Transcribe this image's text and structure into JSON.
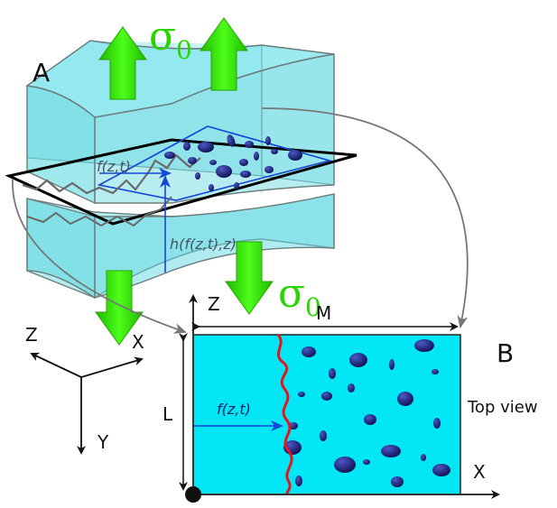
{
  "labels": {
    "panel_a": "A",
    "panel_b": "B",
    "top_view": "Top view",
    "sigma_top": "σ",
    "sigma_top_sub": "0",
    "sigma_bottom": "σ",
    "sigma_bottom_sub": "0",
    "front_f": "f(z,t)",
    "front_h": "h(f(z,t),z)",
    "top_f": "f(z,t)",
    "axis_z": "Z",
    "axis_x": "X",
    "axis_y": "Y",
    "b_axis_z": "Z",
    "b_axis_x": "X",
    "dim_m": "M",
    "dim_l": "L"
  },
  "colors": {
    "block": "#5fd8e0",
    "top_view_fill": "#00e6f5",
    "inclusion": "#1a1f7a",
    "crack_front": "#e8141c",
    "stress_arrow": "#2bd400",
    "front_arrow": "#1446d8"
  }
}
